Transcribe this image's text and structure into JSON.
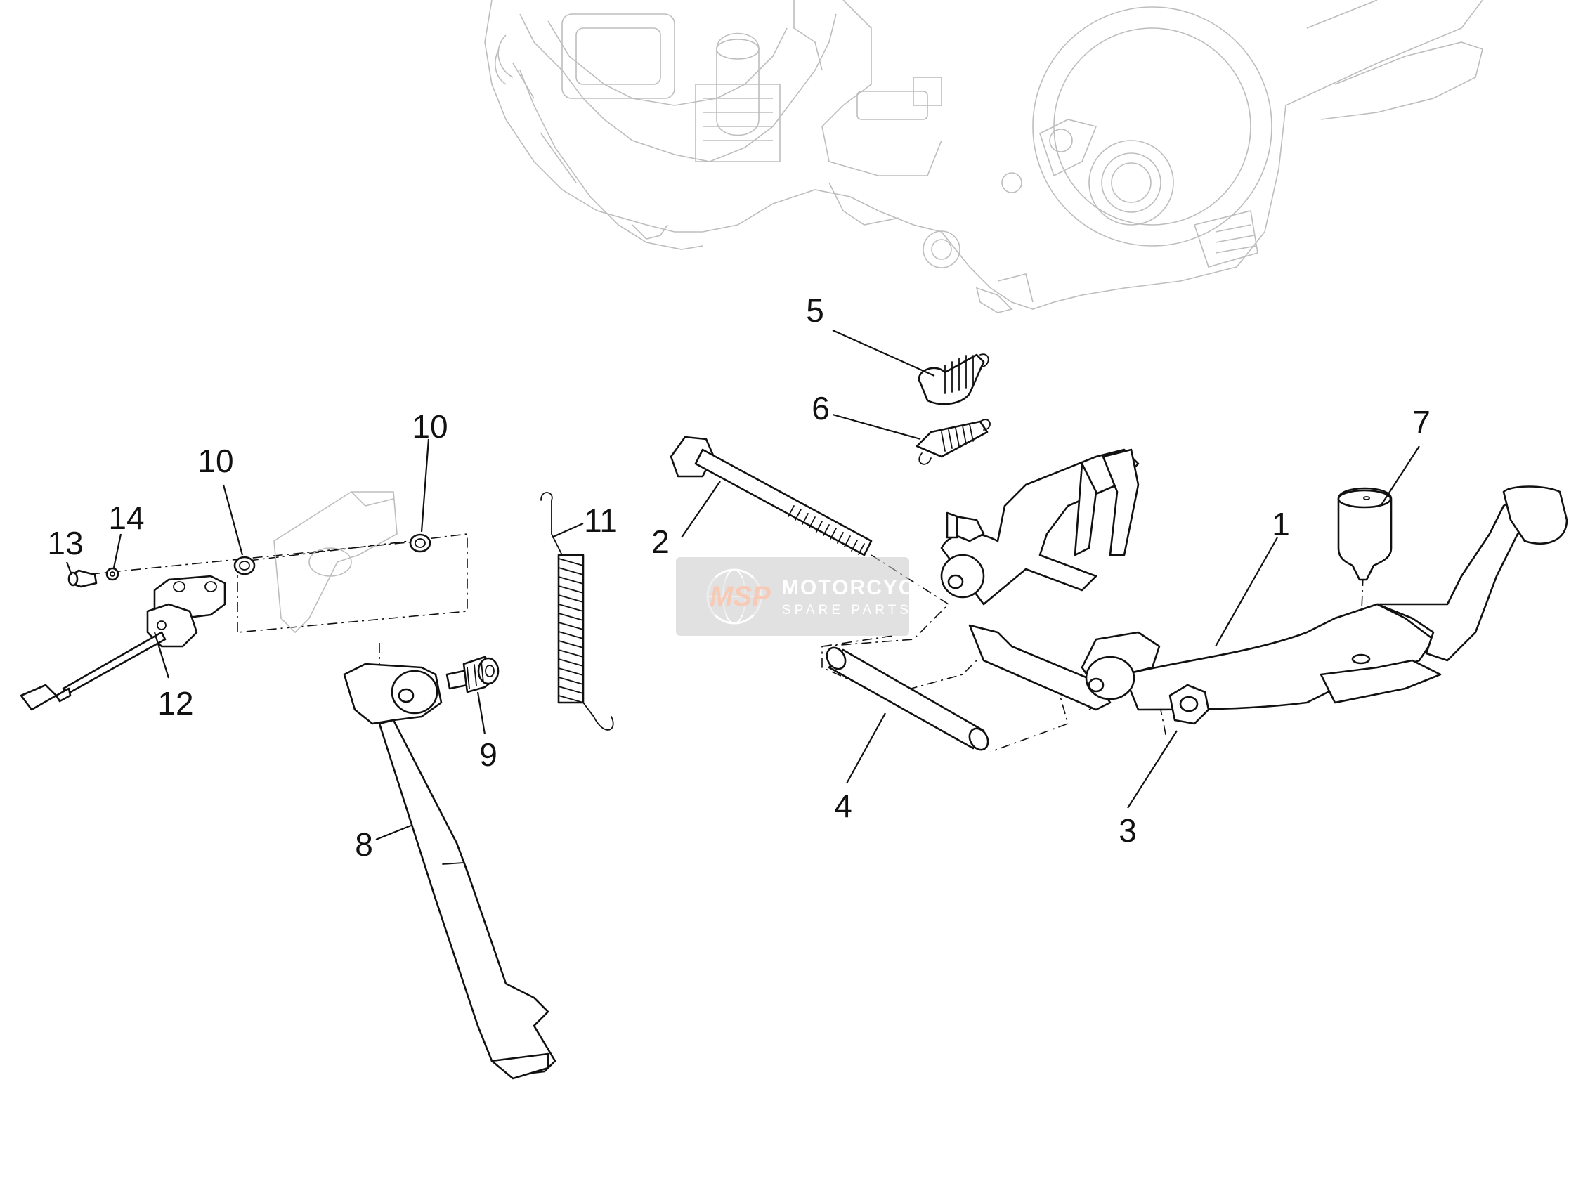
{
  "diagram": {
    "callouts": [
      "1",
      "2",
      "3",
      "4",
      "5",
      "6",
      "7",
      "8",
      "9",
      "10",
      "10",
      "11",
      "12",
      "13",
      "14"
    ]
  },
  "watermark": {
    "logo_text": "MSP",
    "brand": "MOTORCYCLE",
    "subtitle": "SPARE PARTS",
    "colors": {
      "badge": "#c9c9c9",
      "logo": "#f2a07a"
    }
  }
}
